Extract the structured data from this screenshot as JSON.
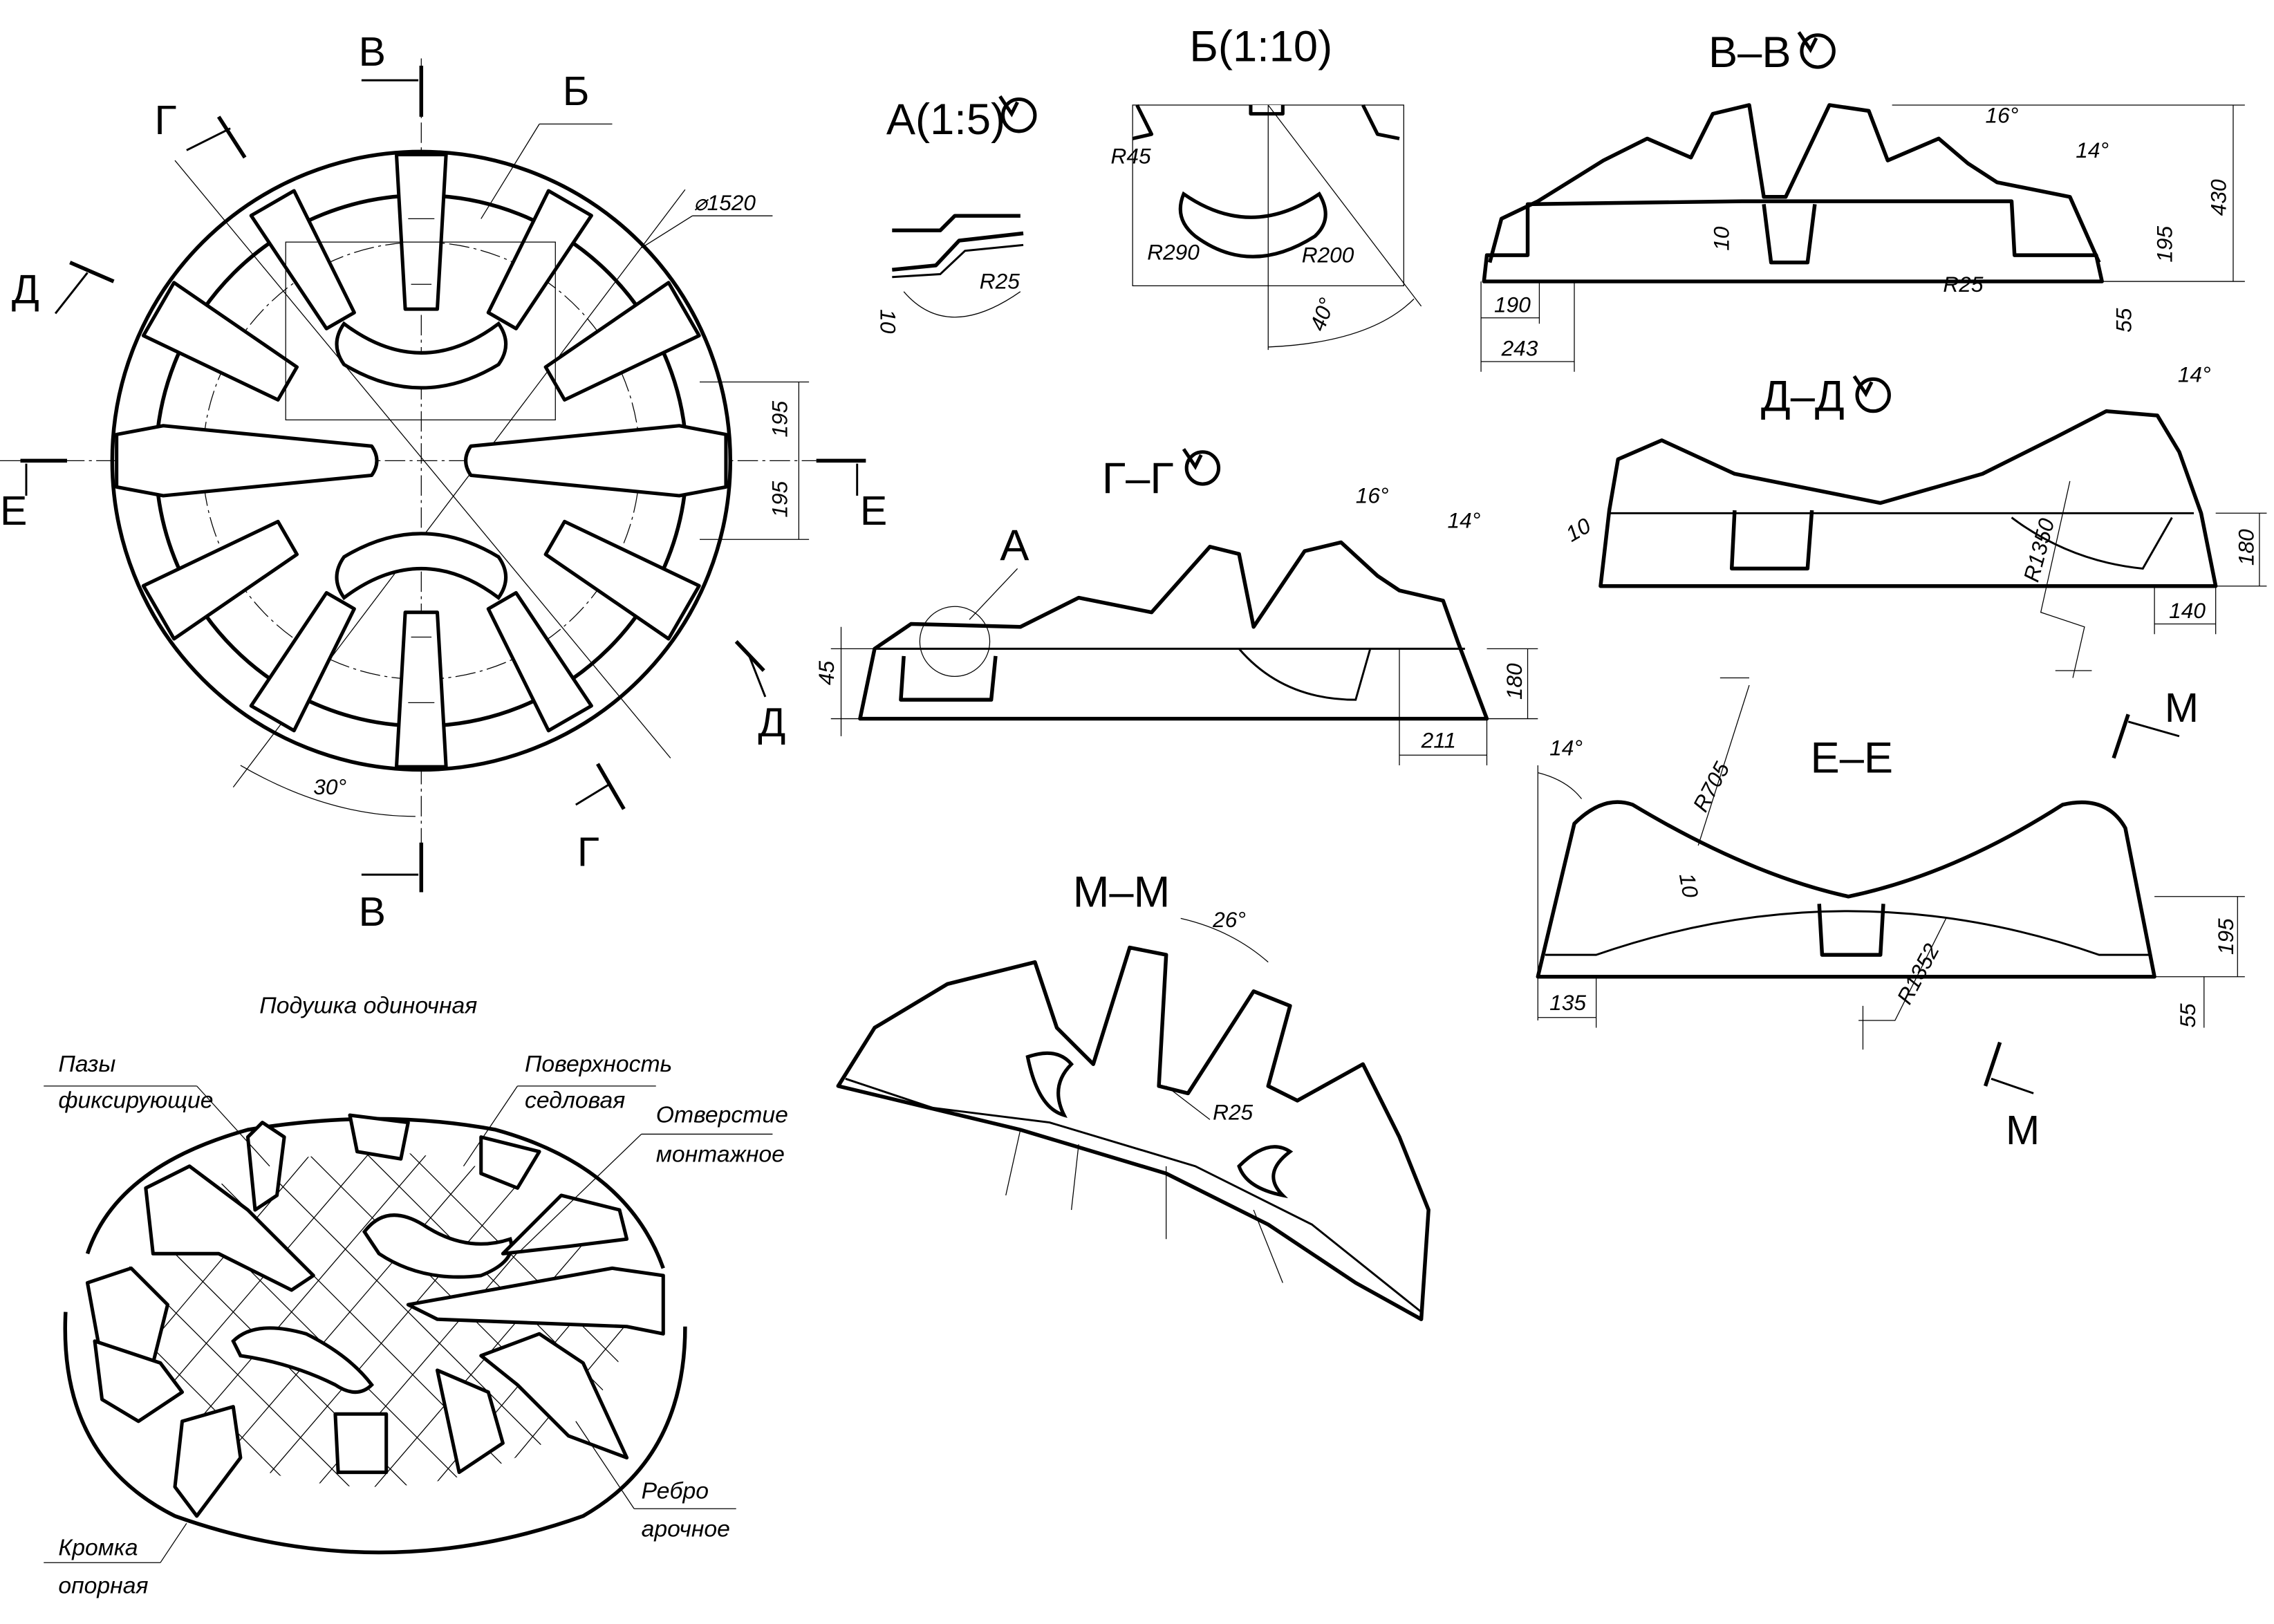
{
  "plan_view": {
    "marks": {
      "v_top": "В",
      "v_bottom": "В",
      "g_top": "Г",
      "g_bottom": "Г",
      "d_left": "Д",
      "d_right": "Д",
      "e_left": "Е",
      "e_right": "Е",
      "b_callout": "Б"
    },
    "dims": {
      "diameter": "⌀1520",
      "upper_offset": "195",
      "lower_offset": "195",
      "angle": "30°"
    }
  },
  "detail_a": {
    "title": "А(1:5)",
    "radius": "R25",
    "thickness": "10"
  },
  "detail_b": {
    "title": "Б(1:10)",
    "r_small": "R45",
    "r_outer": "R290",
    "r_inner": "R200",
    "angle": "40°"
  },
  "section_vv": {
    "title": "В–В",
    "angle_top": "16°",
    "angle_side": "14°",
    "height_total": "430",
    "height_mid": "195",
    "height_base": "55",
    "thickness": "10",
    "radius": "R25",
    "width_inner": "190",
    "width_outer": "243"
  },
  "section_dd": {
    "title": "Д–Д",
    "angle": "14°",
    "thickness": "10",
    "radius": "R1350",
    "height": "180",
    "width": "140"
  },
  "section_gg": {
    "title": "Г–Г",
    "detail_ref": "А",
    "angle_top": "16°",
    "angle_side": "14°",
    "height_small": "45",
    "height": "180",
    "width": "211"
  },
  "section_mm_marks": {
    "top": "М",
    "bottom": "М"
  },
  "section_ee": {
    "title": "Е–Е",
    "angle": "14°",
    "radius_top": "R705",
    "thickness": "10",
    "height_mid": "195",
    "height_base": "55",
    "width": "135",
    "radius_bottom": "R1352"
  },
  "section_mm": {
    "title": "М–М",
    "angle": "26°",
    "radius": "R25"
  },
  "isometric": {
    "title": "Подушка одиночная",
    "callouts": {
      "grooves": [
        "Пазы",
        "фиксирующие"
      ],
      "surface": [
        "Поверхность",
        "седловая"
      ],
      "hole": [
        "Отверстие",
        "монтажное"
      ],
      "rib": [
        "Ребро",
        "арочное"
      ],
      "edge": [
        "Кромка",
        "опорная"
      ]
    }
  }
}
